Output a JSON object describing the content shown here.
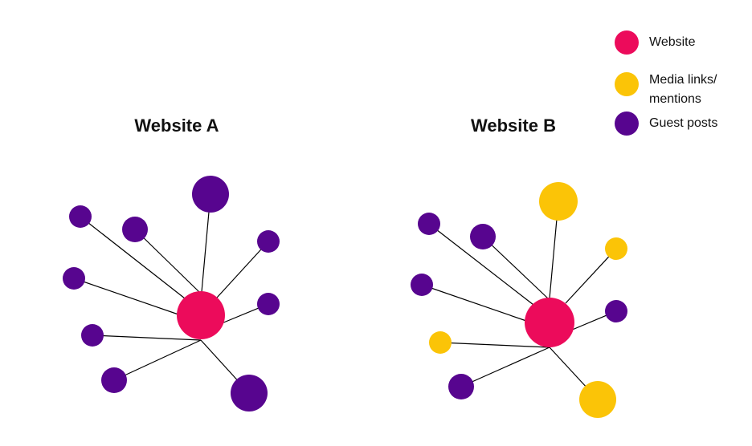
{
  "colors": {
    "website": "#ec0b5b",
    "media": "#fbc407",
    "guest": "#57058f",
    "edge": "#000000"
  },
  "legend": {
    "website_label": "Website",
    "media_label": "Media links/ mentions",
    "guest_label": "Guest posts"
  },
  "diagrams": [
    {
      "title": "Website A",
      "hub": "website",
      "spokes": [
        "guest",
        "guest",
        "guest",
        "guest",
        "guest",
        "guest",
        "guest",
        "guest",
        "guest"
      ]
    },
    {
      "title": "Website B",
      "hub": "website",
      "spokes": [
        "media",
        "guest",
        "guest",
        "media",
        "guest",
        "guest",
        "media",
        "guest",
        "media"
      ]
    }
  ]
}
